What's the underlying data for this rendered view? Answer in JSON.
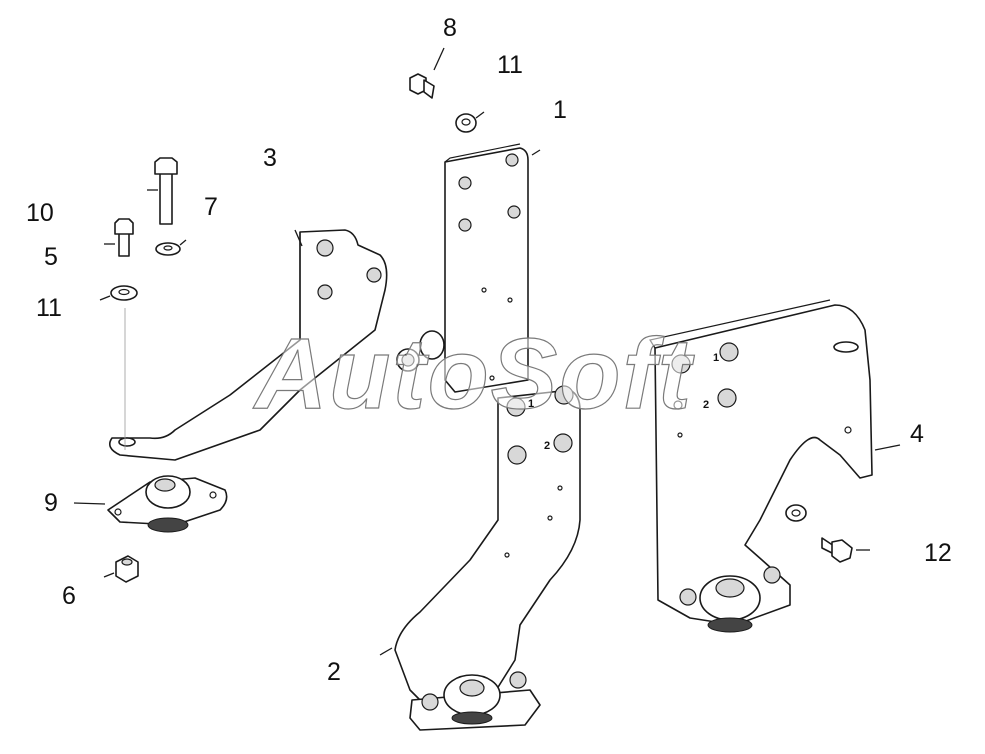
{
  "watermark": "AutoSoft",
  "callouts": {
    "c1": "1",
    "c2": "2",
    "c3": "3",
    "c4": "4",
    "c5": "5",
    "c6": "6",
    "c7": "7",
    "c8": "8",
    "c9": "9",
    "c10": "10",
    "c11a": "11",
    "c11b": "11",
    "c12": "12"
  },
  "small_marks": {
    "m2_1": "1",
    "m2_2": "2",
    "m4_1": "1",
    "m4_2": "2"
  }
}
